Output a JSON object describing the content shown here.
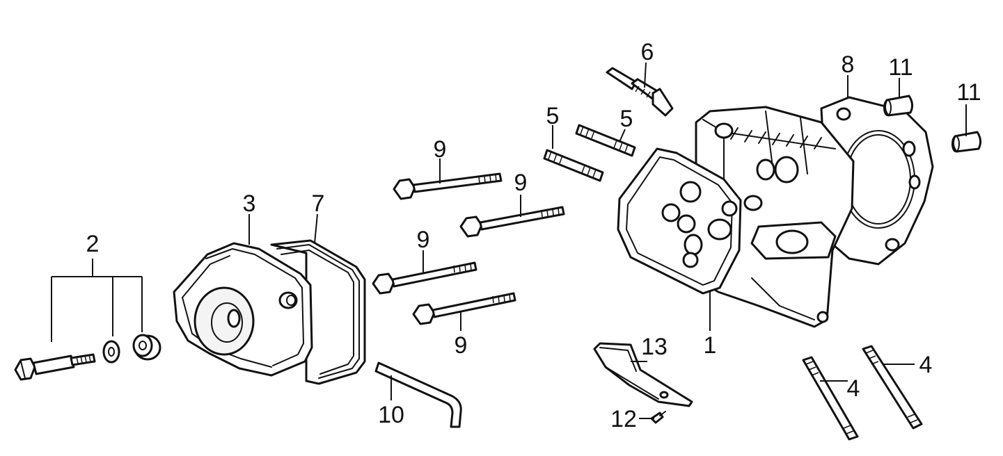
{
  "diagram": {
    "labels": {
      "c1": "1",
      "c2": "2",
      "c3": "3",
      "c4a": "4",
      "c4b": "4",
      "c5a": "5",
      "c5b": "5",
      "c6": "6",
      "c7": "7",
      "c8": "8",
      "c9a": "9",
      "c9b": "9",
      "c9c": "9",
      "c9d": "9",
      "c10": "10",
      "c11a": "11",
      "c11b": "11",
      "c12": "12",
      "c13": "13"
    },
    "colors": {
      "line": "#111111",
      "background": "#ffffff"
    }
  }
}
